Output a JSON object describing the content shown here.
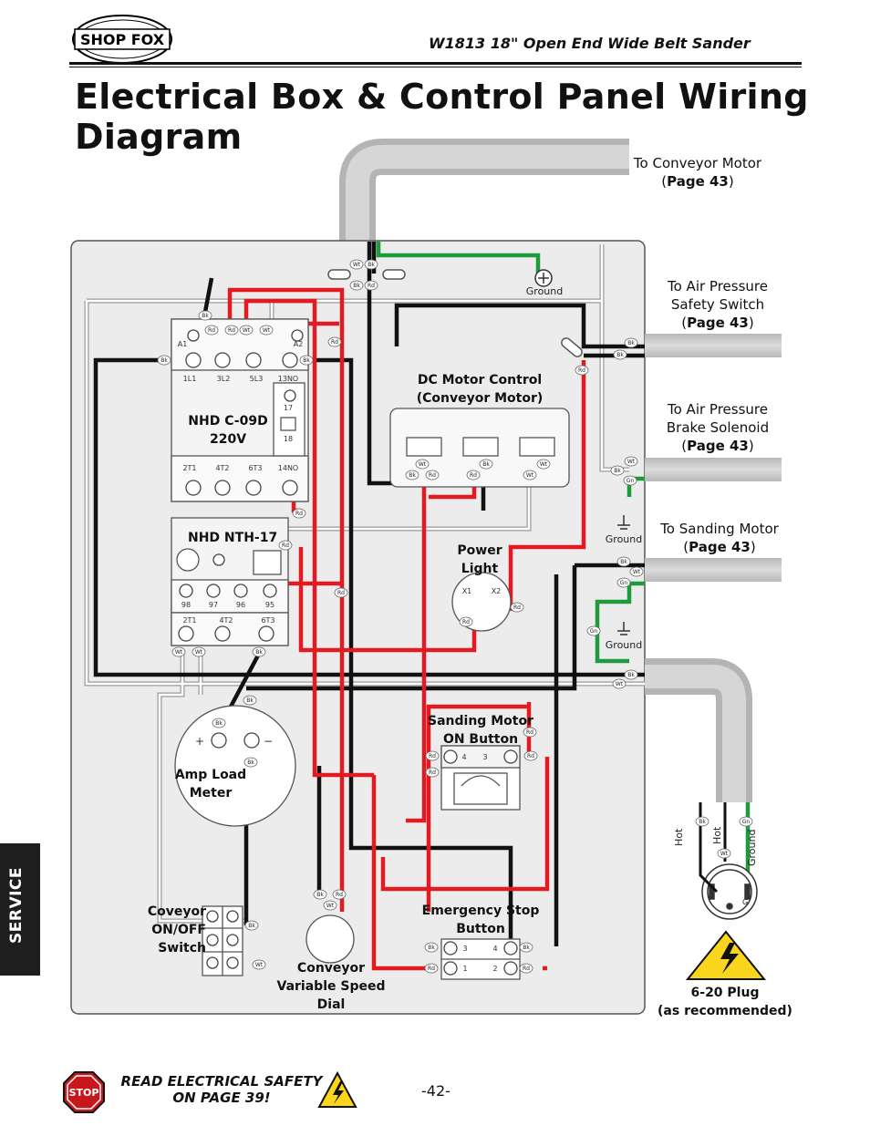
{
  "header": {
    "brand_logo_text": "SHOP FOX",
    "model_title": "W1813 18\" Open End Wide Belt Sander"
  },
  "page_title": "Electrical Box & Control Panel Wiring Diagram",
  "labels": {
    "conveyor_motor": "To Conveyor Motor",
    "air_switch_1": "To Air Pressure",
    "air_switch_2": "Safety Switch",
    "brake_1": "To Air Pressure",
    "brake_2": "Brake Solenoid",
    "sanding_motor": "To Sanding Motor",
    "page_ref_open": "(",
    "page_ref": "Page 43",
    "page_ref_close": ")",
    "dc_control_1": "DC Motor Control",
    "dc_control_2": "(Conveyor Motor)",
    "contactor_1": "NHD C-09D",
    "contactor_2": "220V",
    "overload": "NHD NTH-17",
    "power_light_1": "Power",
    "power_light_2": "Light",
    "amp_meter_1": "Amp Load",
    "amp_meter_2": "Meter",
    "sanding_button_1": "Sanding Motor",
    "sanding_button_2": "ON Button",
    "estop_1": "Emergency Stop",
    "estop_2": "Button",
    "conveyor_switch_1": "Coveyor",
    "conveyor_switch_2": "ON/OFF",
    "conveyor_switch_3": "Switch",
    "speed_dial_1": "Conveyor",
    "speed_dial_2": "Variable Speed",
    "speed_dial_3": "Dial",
    "plug_1": "6-20 Plug",
    "plug_2": "(as recommended)",
    "ground": "Ground",
    "hot": "Hot",
    "plug_ground_pin": "G"
  },
  "terminal_labels": {
    "contactor_top": [
      "A1",
      "1L1",
      "3L2",
      "5L3",
      "13NO",
      "A2"
    ],
    "contactor_bottom": [
      "2T1",
      "4T2",
      "6T3",
      "14NO"
    ],
    "contactor_aux": [
      "17",
      "18"
    ],
    "overload_top": [
      "98",
      "97",
      "96",
      "95"
    ],
    "overload_bottom": [
      "2T1",
      "4T2",
      "6T3"
    ],
    "power_light": [
      "X1",
      "X2"
    ],
    "button_terms": [
      "4",
      "3",
      "3",
      "4",
      "1",
      "2"
    ]
  },
  "wire_tags": [
    "Bk",
    "Rd",
    "Wt",
    "Gn"
  ],
  "colors": {
    "black_wire": "#111111",
    "red_wire": "#e21b23",
    "white_wire": "#ffffff",
    "green_wire": "#1e9b3c",
    "conduit": "#c8c8c8",
    "panel": "#ececec"
  },
  "service_tab": "SERVICE",
  "safety_note": {
    "line1": "READ ELECTRICAL SAFETY",
    "line2": "ON PAGE 39!"
  },
  "page_number": "-42-"
}
